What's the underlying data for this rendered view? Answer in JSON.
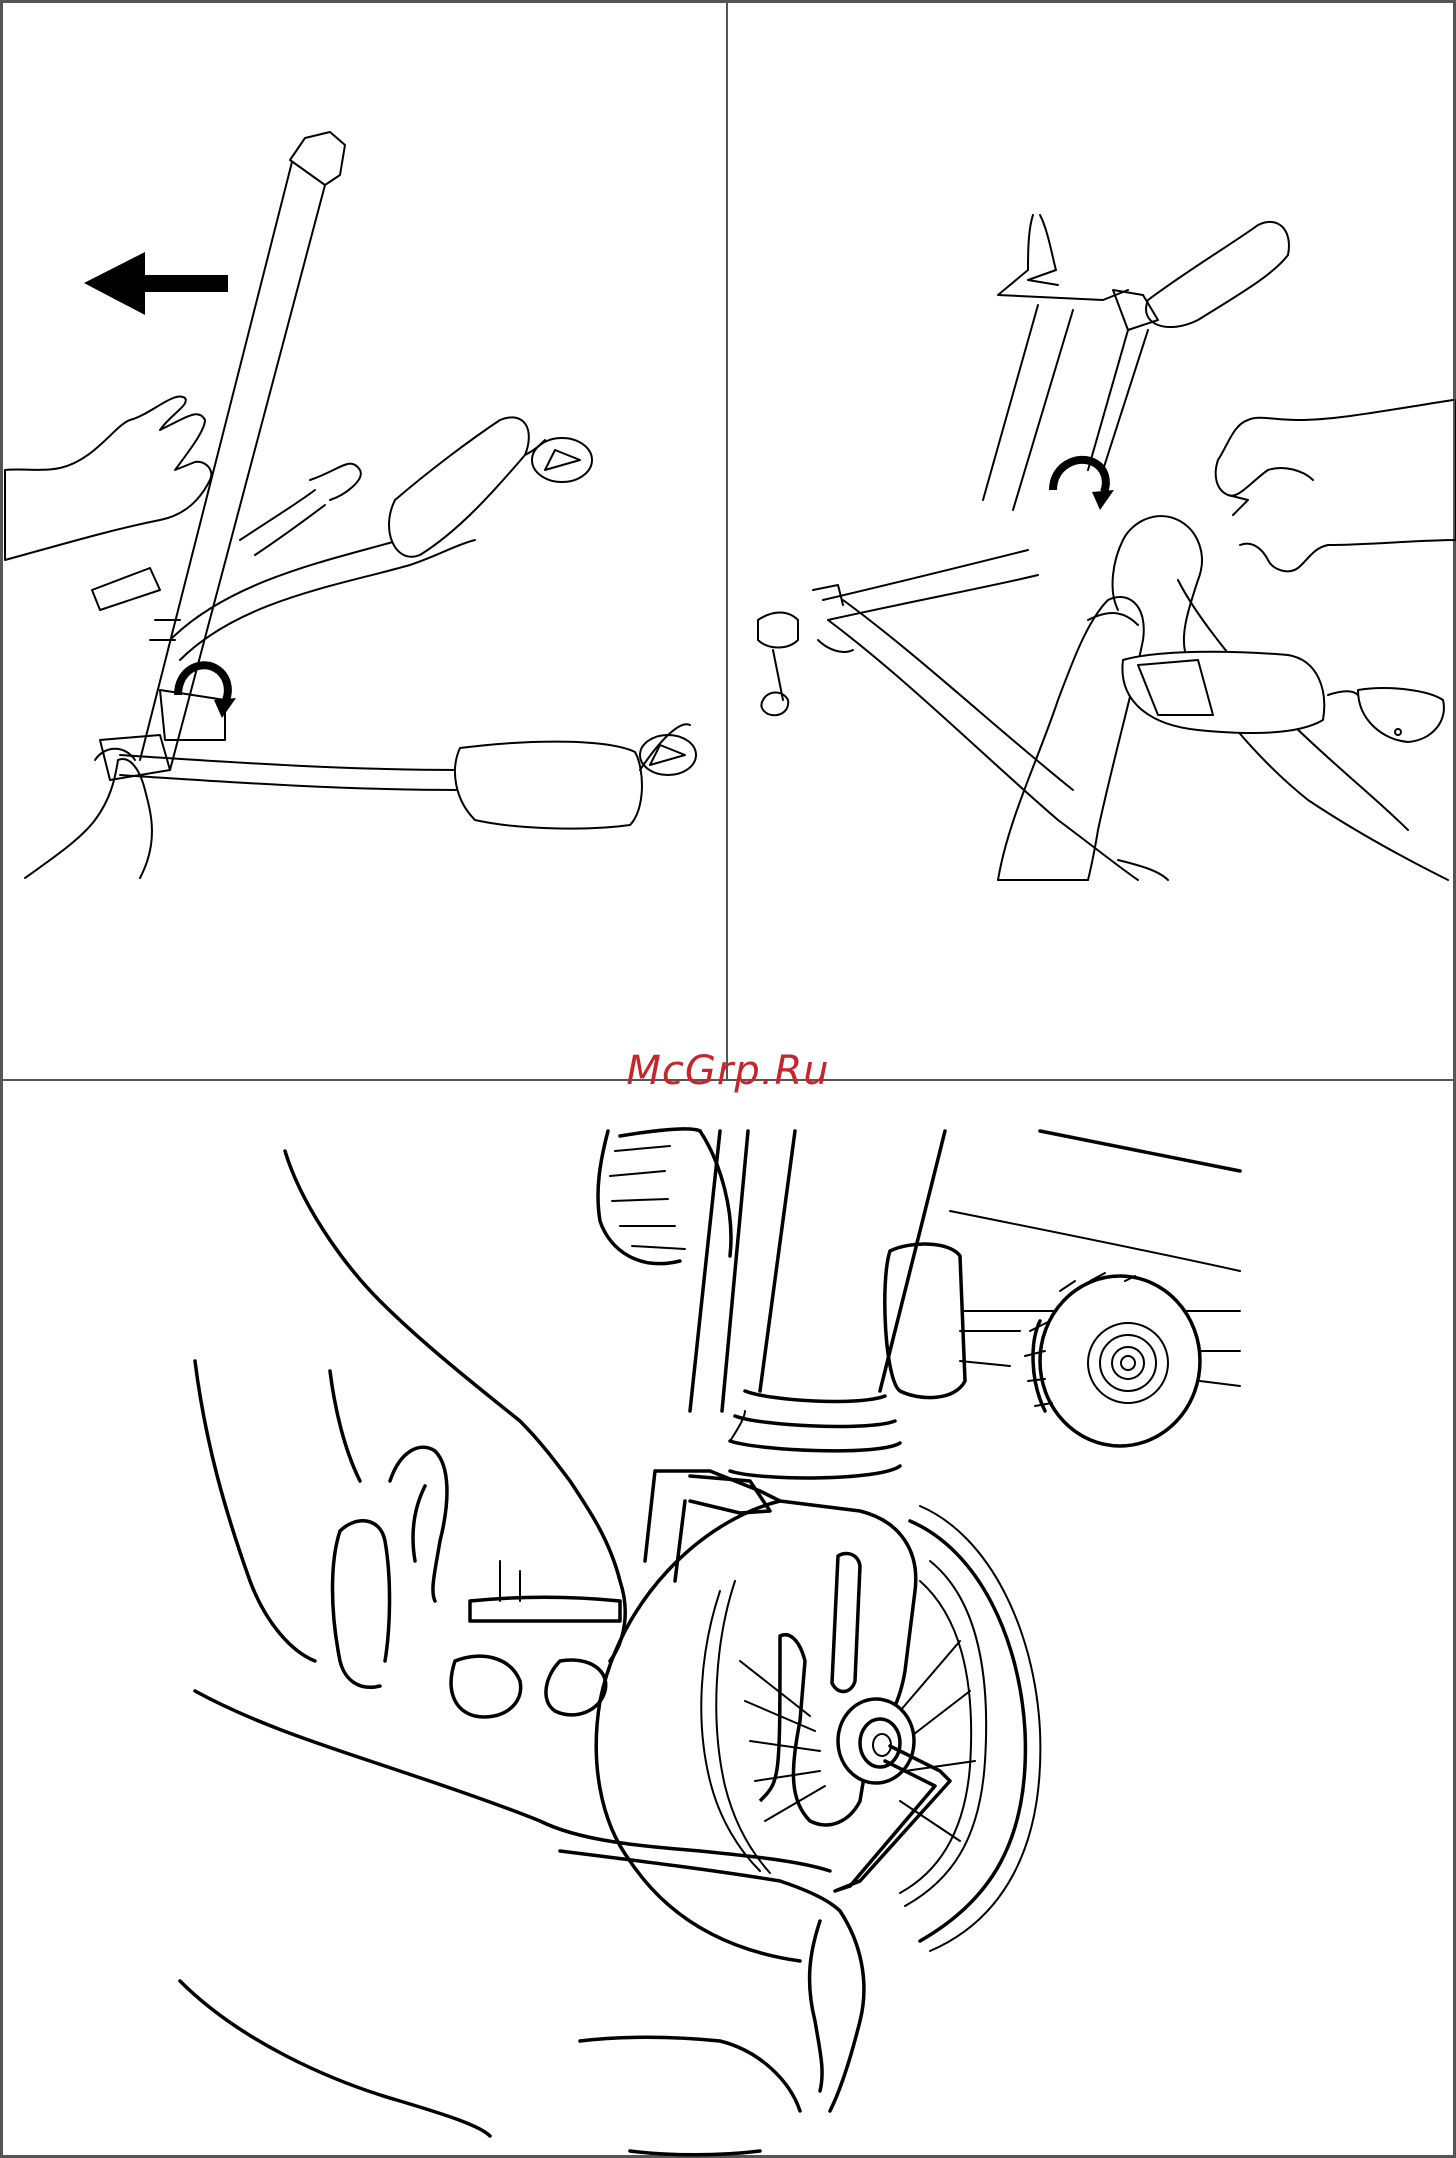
{
  "watermark": {
    "text": "McGrp.Ru",
    "color": "#c8242b"
  },
  "colors": {
    "line": "#000000",
    "background": "#ffffff",
    "frame": "#555555"
  },
  "panels": [
    {
      "id": "top-left",
      "depicts": "handlebar-removal",
      "icons": [
        "arrow-left-icon",
        "rotate-clockwise-icon"
      ]
    },
    {
      "id": "top-right",
      "depicts": "handlebar-clamp-tighten",
      "icons": [
        "rotate-clockwise-icon"
      ]
    },
    {
      "id": "bottom",
      "depicts": "front-wheel-axle-hex-key",
      "icons": [
        "hex-key-icon"
      ]
    }
  ]
}
